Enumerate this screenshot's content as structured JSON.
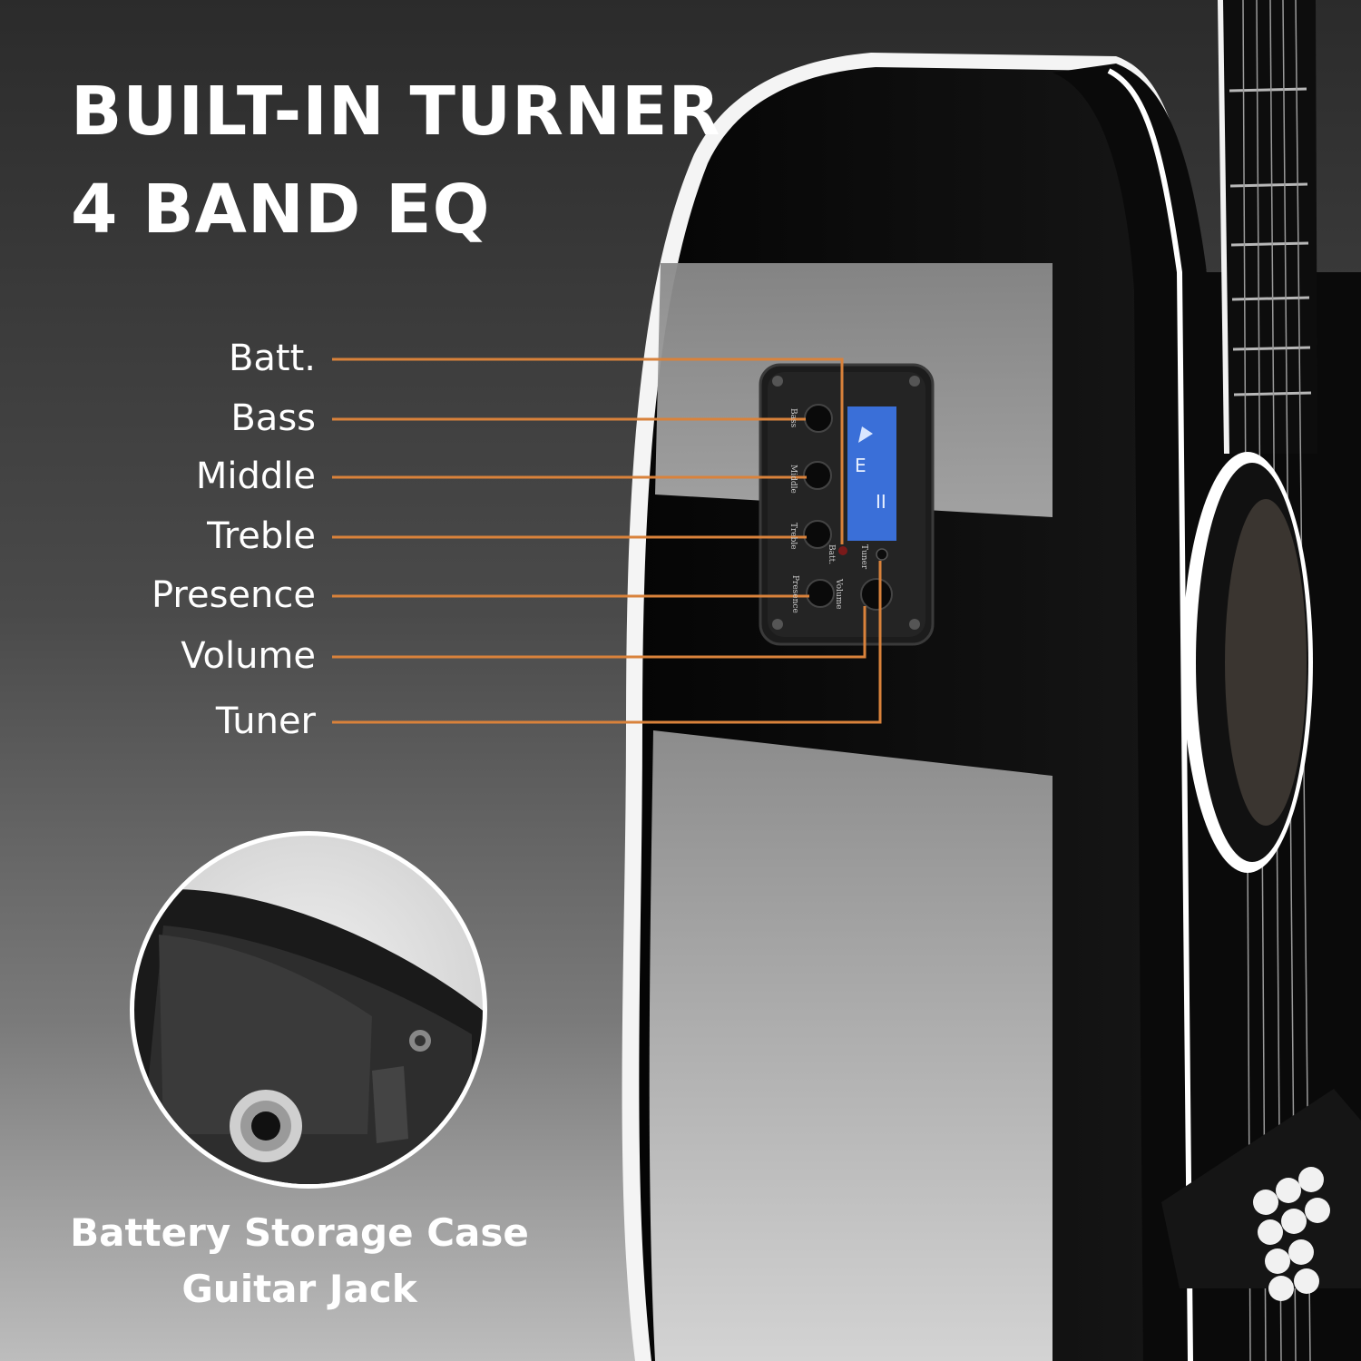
{
  "headline": {
    "line1": "BUILT-IN TURNER",
    "line2": "4 BAND EQ"
  },
  "callouts": [
    {
      "id": "batt",
      "label": "Batt."
    },
    {
      "id": "bass",
      "label": "Bass"
    },
    {
      "id": "middle",
      "label": "Middle"
    },
    {
      "id": "treble",
      "label": "Treble"
    },
    {
      "id": "presence",
      "label": "Presence"
    },
    {
      "id": "volume",
      "label": "Volume"
    },
    {
      "id": "tuner",
      "label": "Tuner"
    }
  ],
  "panel": {
    "knob_labels": [
      "Bass",
      "Middle",
      "Treble",
      "Presence",
      "Volume"
    ],
    "tuner_label": "Tuner",
    "batt_label": "Batt."
  },
  "inset": {
    "caption_line1": "Battery Storage Case",
    "caption_line2": "Guitar Jack"
  },
  "colors": {
    "callout_line": "#d9823b",
    "guitar_body": "#0b0b0b",
    "binding": "#ffffff",
    "lcd": "#3a6fd8"
  }
}
